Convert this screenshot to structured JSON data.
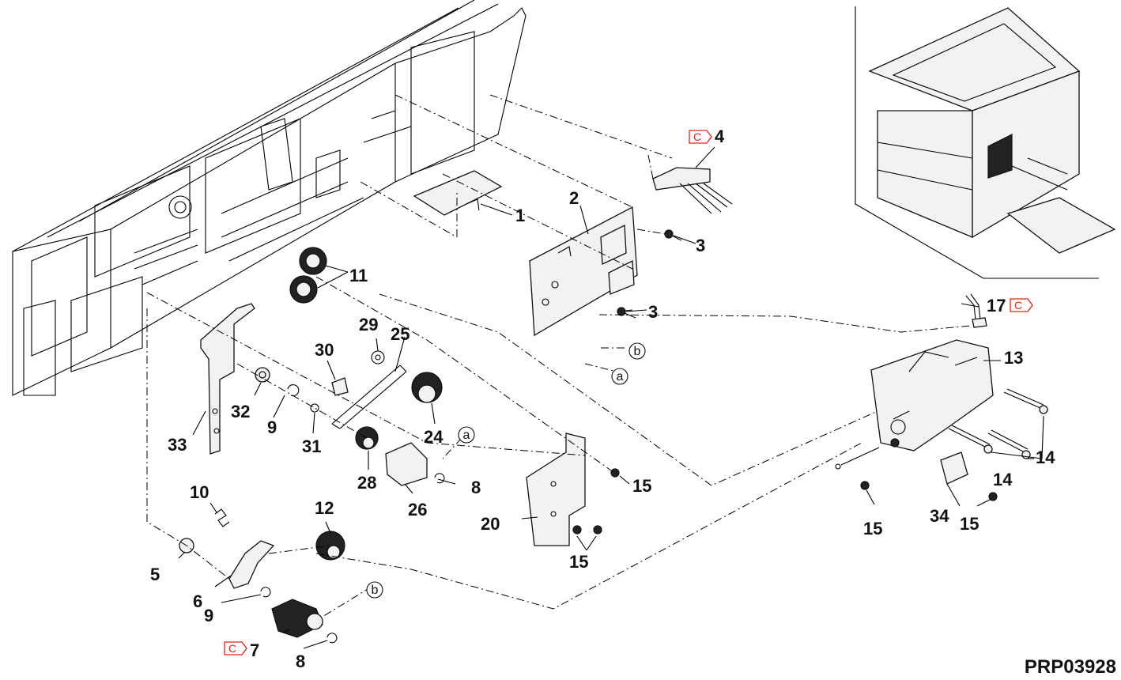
{
  "drawing_code": "PRP03928",
  "callouts": [
    {
      "id": "c1",
      "text": "1"
    },
    {
      "id": "c2",
      "text": "2"
    },
    {
      "id": "c3a",
      "text": "3"
    },
    {
      "id": "c3b",
      "text": "3"
    },
    {
      "id": "c4",
      "text": "4",
      "mark": "C"
    },
    {
      "id": "c5",
      "text": "5"
    },
    {
      "id": "c6",
      "text": "6"
    },
    {
      "id": "c7",
      "text": "7",
      "mark": "C"
    },
    {
      "id": "c8a",
      "text": "8"
    },
    {
      "id": "c8b",
      "text": "8"
    },
    {
      "id": "c9a",
      "text": "9"
    },
    {
      "id": "c9b",
      "text": "9"
    },
    {
      "id": "c10",
      "text": "10"
    },
    {
      "id": "c11",
      "text": "11"
    },
    {
      "id": "c12",
      "text": "12"
    },
    {
      "id": "c13",
      "text": "13"
    },
    {
      "id": "c14a",
      "text": "14"
    },
    {
      "id": "c14b",
      "text": "14"
    },
    {
      "id": "c15a",
      "text": "15"
    },
    {
      "id": "c15b",
      "text": "15"
    },
    {
      "id": "c15c",
      "text": "15"
    },
    {
      "id": "c15d",
      "text": "15"
    },
    {
      "id": "c17",
      "text": "17",
      "mark": "C"
    },
    {
      "id": "c20",
      "text": "20"
    },
    {
      "id": "c24",
      "text": "24"
    },
    {
      "id": "c25",
      "text": "25"
    },
    {
      "id": "c26",
      "text": "26"
    },
    {
      "id": "c28",
      "text": "28"
    },
    {
      "id": "c29",
      "text": "29"
    },
    {
      "id": "c30",
      "text": "30"
    },
    {
      "id": "c31",
      "text": "31"
    },
    {
      "id": "c32",
      "text": "32"
    },
    {
      "id": "c33",
      "text": "33"
    },
    {
      "id": "c34",
      "text": "34"
    }
  ],
  "connection_refs": [
    {
      "id": "ra1",
      "text": "a"
    },
    {
      "id": "ra2",
      "text": "a"
    },
    {
      "id": "rb1",
      "text": "b"
    },
    {
      "id": "rb2",
      "text": "b"
    }
  ],
  "colors": {
    "line": "#000000",
    "mark_c": "#e2231a",
    "background": "#ffffff"
  }
}
